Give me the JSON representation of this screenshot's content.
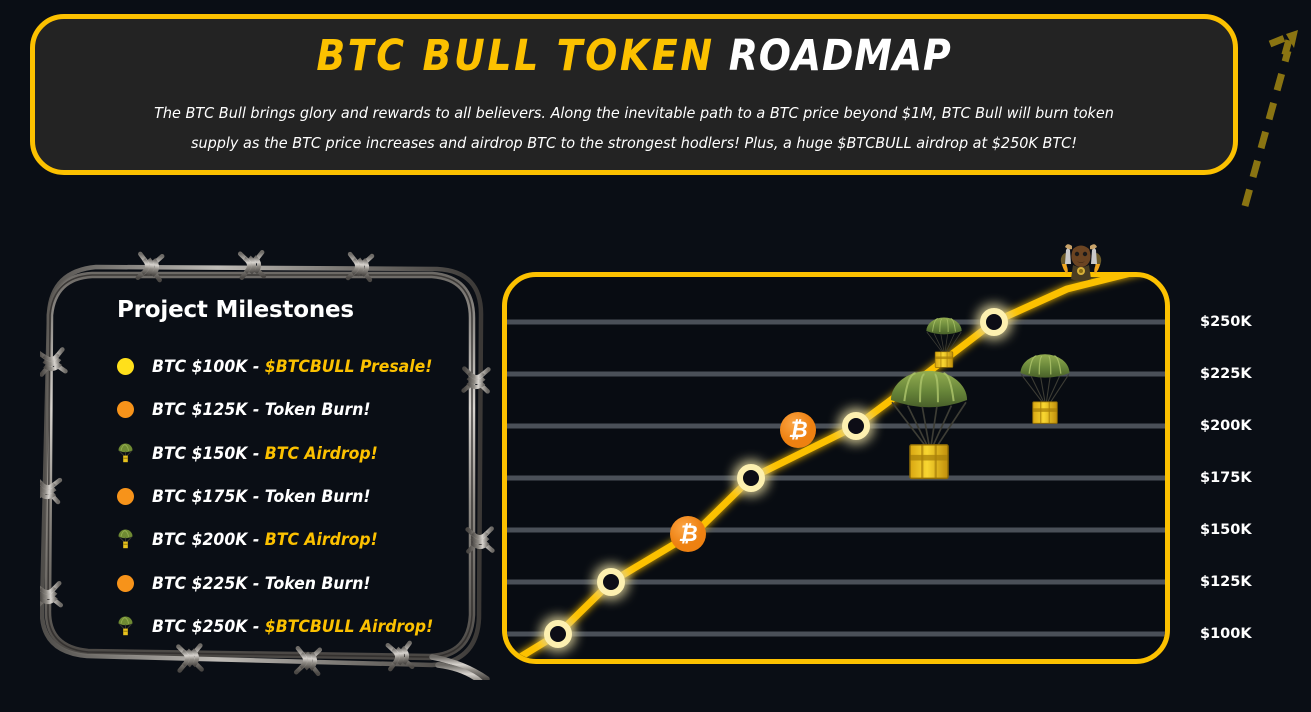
{
  "header": {
    "title_part1": "BTC BULL TOKEN",
    "title_part2": "ROADMAP",
    "subtitle": "The BTC Bull brings glory and rewards to all believers. Along the inevitable path to a BTC price beyond $1M, BTC Bull will burn token supply as the BTC price increases and airdrop BTC to the strongest hodlers! Plus, a huge $BTCBULL airdrop at $250K BTC!"
  },
  "milestones": {
    "heading": "Project Milestones",
    "items": [
      {
        "marker": "dot-yellow",
        "label": "BTC $100K - ",
        "highlight": "$BTCBULL Presale!"
      },
      {
        "marker": "dot-orange",
        "label": "BTC $125K - ",
        "highlight": " Token Burn!",
        "plain": true
      },
      {
        "marker": "parachute",
        "label": "BTC $150K - ",
        "highlight": "BTC Airdrop!"
      },
      {
        "marker": "dot-orange",
        "label": "BTC $175K - ",
        "highlight": "Token Burn!",
        "plain": true
      },
      {
        "marker": "parachute",
        "label": "BTC $200K - ",
        "highlight": "BTC Airdrop!"
      },
      {
        "marker": "dot-orange",
        "label": "BTC $225K - ",
        "highlight": "Token Burn!",
        "plain": true
      },
      {
        "marker": "parachute",
        "label": "BTC $250K - ",
        "highlight": "$BTCBULL Airdrop!"
      }
    ]
  },
  "chart_data": {
    "type": "line",
    "title": "BTC Bull Token Roadmap price milestones",
    "categories": [
      "$100K",
      "$125K",
      "$150K",
      "$175K",
      "$200K",
      "$225K",
      "$250K"
    ],
    "values": [
      100,
      125,
      150,
      175,
      200,
      225,
      250
    ],
    "ytick_labels": [
      "$250K",
      "$225K",
      "$200K",
      "$175K",
      "$150K",
      "$125K",
      "$100K"
    ],
    "ylim": [
      100,
      250
    ],
    "xlabel": "",
    "ylabel": "",
    "grid": true,
    "legend": false,
    "line_color": "#FCC100",
    "marker_fill": "#0a0e15",
    "marker_ring": "#FDF0B0",
    "gridline_color": "#4a5058",
    "annotations": [
      {
        "type": "bitcoin-coin",
        "between": [
          "$125K",
          "$150K"
        ]
      },
      {
        "type": "bitcoin-coin",
        "between": [
          "$175K",
          "$200K"
        ]
      },
      {
        "type": "parachute-crate",
        "count": 3
      },
      {
        "type": "rocket-bull",
        "at": "$250K"
      },
      {
        "type": "dashed-arrow-up-right"
      }
    ]
  },
  "colors": {
    "accent_yellow": "#FCC100",
    "bullet_yellow": "#FFE01B",
    "bullet_orange": "#F7931A",
    "background": "#0a0e15",
    "header_bg": "#232323",
    "gridline": "#4a5058",
    "text_white": "#ffffff"
  }
}
